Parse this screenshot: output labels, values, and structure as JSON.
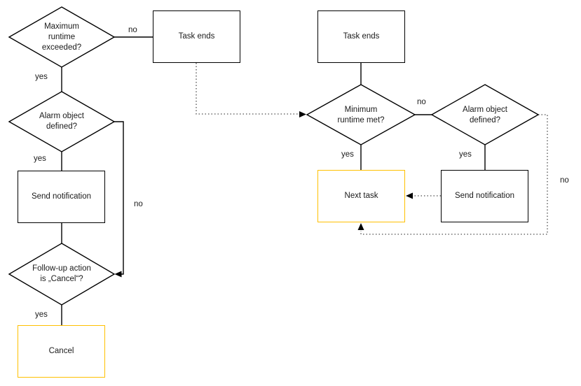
{
  "diagram": {
    "colors": {
      "line": "#000000",
      "dotted": "#4d4d4d",
      "accent": "#FFC000",
      "text": "#1a1a1a"
    },
    "nodes": {
      "max_runtime": {
        "label": "Maximum\nruntime\nexceeded?"
      },
      "task_ends_left": {
        "label": "Task ends"
      },
      "alarm_left": {
        "label": "Alarm object\ndefined?"
      },
      "send_notification_left": {
        "label": "Send notification"
      },
      "followup_cancel": {
        "label": "Follow-up action\nis „Cancel“?"
      },
      "cancel": {
        "label": "Cancel"
      },
      "task_ends_right": {
        "label": "Task ends"
      },
      "min_runtime": {
        "label": "Minimum\nruntime met?"
      },
      "alarm_right": {
        "label": "Alarm object\ndefined?"
      },
      "next_task": {
        "label": "Next task"
      },
      "send_notification_right": {
        "label": "Send notification"
      }
    },
    "edge_labels": {
      "max_no": "no",
      "max_yes": "yes",
      "alarm_left_yes": "yes",
      "alarm_left_no": "no",
      "followup_yes": "yes",
      "min_no": "no",
      "min_yes": "yes",
      "alarm_right_yes": "yes",
      "alarm_right_no": "no"
    }
  }
}
